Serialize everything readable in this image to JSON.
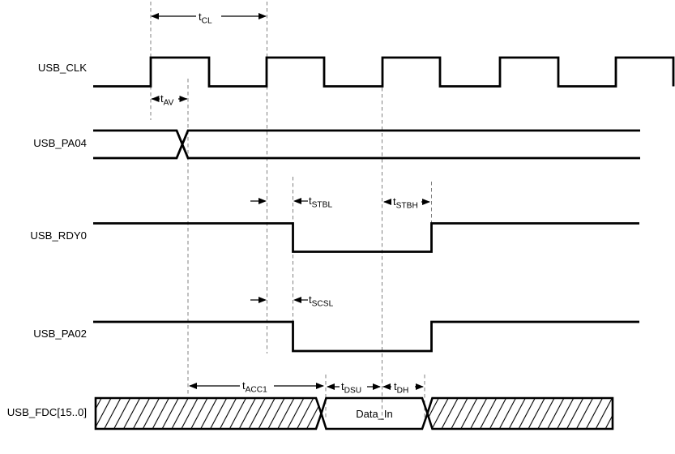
{
  "figure": {
    "type": "timing-diagram",
    "colors": {
      "background": "#ffffff",
      "signal": "#000000",
      "guide_dashed": "#808080"
    }
  },
  "signals": [
    {
      "name": "USB_CLK",
      "kind": "clock"
    },
    {
      "name": "USB_PA04",
      "kind": "bus-rails-with-crossover"
    },
    {
      "name": "USB_RDY0",
      "kind": "active-low-pulse"
    },
    {
      "name": "USB_PA02",
      "kind": "active-low-pulse"
    },
    {
      "name": "USB_FDC[15..0]",
      "kind": "data-bus",
      "value_label": "Data_In"
    }
  ],
  "timing_params": [
    {
      "prefix": "t",
      "sub": "CL"
    },
    {
      "prefix": "t",
      "sub": "AV"
    },
    {
      "prefix": "t",
      "sub": "STBL"
    },
    {
      "prefix": "t",
      "sub": "STBH"
    },
    {
      "prefix": "t",
      "sub": "SCSL"
    },
    {
      "prefix": "t",
      "sub": "ACC1"
    },
    {
      "prefix": "t",
      "sub": "DSU"
    },
    {
      "prefix": "t",
      "sub": "DH"
    }
  ]
}
